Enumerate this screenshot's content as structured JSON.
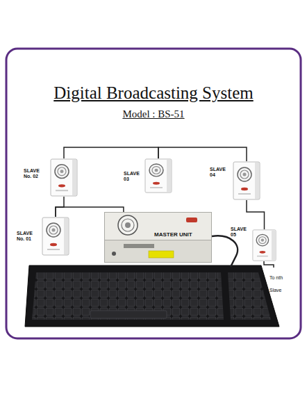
{
  "diagram": {
    "title": "Digital Broadcasting System",
    "nodes": [
      {
        "text": [
          "SLAVE No. 02"
        ]
      },
      {
        "text": [
          "SLAVE 03"
        ]
      },
      {
        "text": [
          "SLAVE 04"
        ]
      },
      {
        "text": [
          "SLAVE No. 01"
        ]
      },
      {
        "text": [
          "MASTER UNIT"
        ]
      },
      {
        "text": [
          "SLAVE 05"
        ]
      }
    ],
    "edges": [
      {
        "from": 0,
        "to": 1,
        "arrow": "none"
      },
      {
        "from": 1,
        "to": 2,
        "arrow": "none"
      },
      {
        "from": 2,
        "to": 5,
        "arrow": "none"
      },
      {
        "from": 0,
        "to": 3,
        "arrow": "none"
      },
      {
        "from": 3,
        "to": 4,
        "arrow": "none"
      }
    ],
    "labels": [
      "Model : BS-51",
      "To nth Slave"
    ]
  }
}
